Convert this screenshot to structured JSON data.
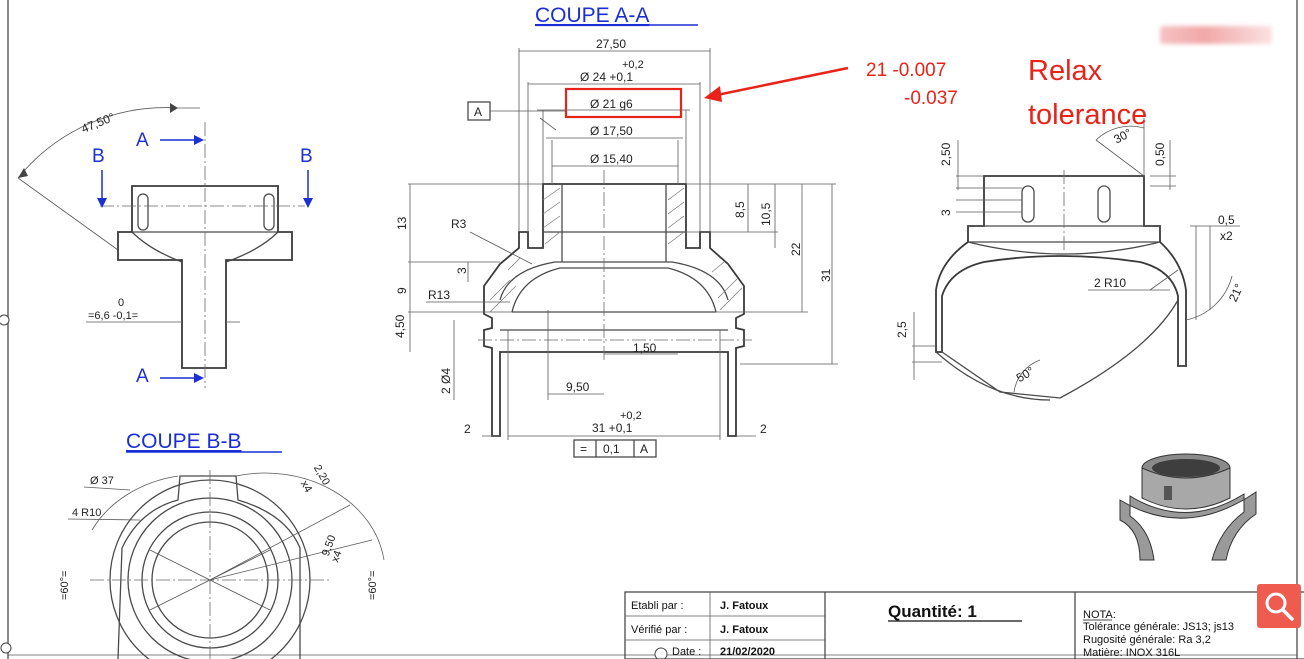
{
  "drawing": {
    "section_aa_title": "COUPE A-A",
    "section_bb_title": "COUPE B-B",
    "labels": {
      "view_a_top": "A",
      "view_a_bottom": "A",
      "view_b_left": "B",
      "view_b_right": "B",
      "datum": "A"
    },
    "dims": {
      "angle_47": "47,50°",
      "shaft_dev_top": "0",
      "shaft_dev": "=6,6 -0,1=",
      "d2750": "27,50",
      "d24_tol_up": "+0,2",
      "d24": "Ø 24 +0,1",
      "d21": "Ø 21 g6",
      "d1750": "Ø 17,50",
      "d1540": "Ø 15,40",
      "r3": "R3",
      "r13": "R13",
      "v13": "13",
      "v3": "3",
      "v9": "9",
      "v450": "4,50",
      "v2d4": "2 Ø4",
      "v85": "8,5",
      "v105": "10,5",
      "v22": "22",
      "v31": "31",
      "h150": "1,50",
      "h950": "9,50",
      "h2_left": "2",
      "h2_right": "2",
      "d31_tol_up": "+0,2",
      "d31": "31 +0,1",
      "flat_sym": "=",
      "flat_val": "0,1",
      "flat_ref": "A",
      "s250": "2,50",
      "s30": "30°",
      "s050": "0,50",
      "s3": "3",
      "s05": "0,5",
      "sx2": "x2",
      "s2r10": "2 R10",
      "s21": "21°",
      "s25": "2,5",
      "s50": "50°",
      "b37": "Ø 37",
      "b4r10": "4 R10",
      "b220": "2,20",
      "bx4a": "x4",
      "b950": "9,50",
      "bx4b": "x4",
      "b60l": "=60°=",
      "b60r": "=60°="
    }
  },
  "annotation": {
    "tol_main": "21 -0.007",
    "tol_low": "-0.037",
    "note_line1": "Relax",
    "note_line2": "tolerance",
    "color": "#e8231a"
  },
  "title_block": {
    "etabli_label": "Etabli par :",
    "etabli_value": "J. Fatoux",
    "verifie_label": "Vérifié par :",
    "verifie_value": "J. Fatoux",
    "date_label": "Date :",
    "date_value": "21/02/2020",
    "quantite": "Quantité: 1",
    "nota_title": "NOTA:",
    "nota_1": "Tolérance générale: JS13; js13",
    "nota_2": "Rugosité générale: Ra 3,2",
    "nota_3": "Matière: INOX 316L"
  },
  "icons": {
    "search": "search-icon",
    "accent": "#ef5b4f"
  }
}
